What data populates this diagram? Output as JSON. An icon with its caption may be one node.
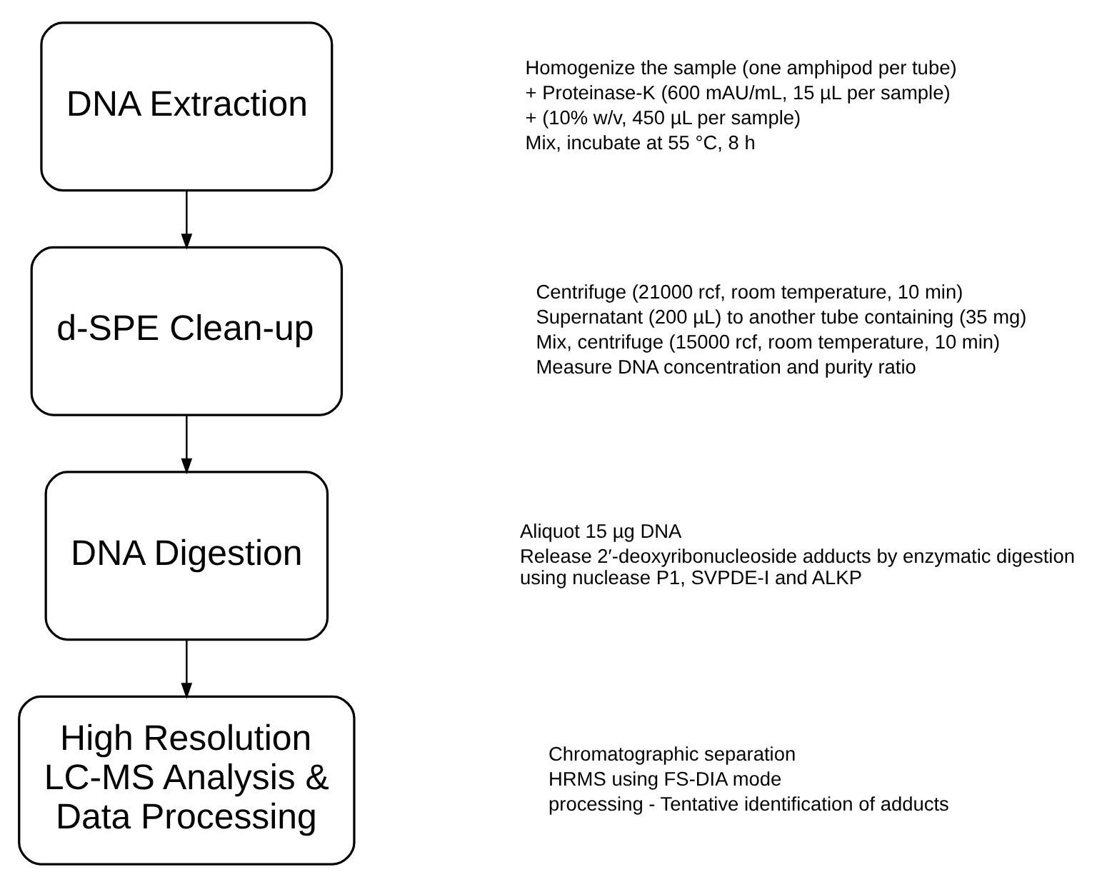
{
  "diagram": {
    "nodes": [
      {
        "text": [
          "DNA Extraction"
        ],
        "beside": [
          "Homogenize the sample (one amphipod per tube)",
          "+ Proteinase-K (600 mAU/mL, 15 µL per sample)",
          "+ (10% w/v, 450 µL per sample)",
          "Mix, incubate at 55 °C, 8 h"
        ]
      },
      {
        "text": [
          "d-SPE Clean-up"
        ],
        "beside": [
          "Centrifuge (21000 rcf, room temperature, 10 min)",
          "Supernatant (200 µL) to another tube containing (35 mg)",
          "Mix, centrifuge (15000 rcf, room temperature, 10 min)",
          "Measure DNA concentration and purity ratio"
        ]
      },
      {
        "text": [
          "DNA Digestion"
        ],
        "beside": [
          "Aliquot 15 µg DNA",
          "Release 2′-deoxyribonucleoside adducts by enzymatic digestion using nuclease P1, SVPDE-I and ALKP"
        ]
      },
      {
        "text": [
          "High Resolution LC-MS Analysis & Data Processing"
        ],
        "beside": [
          "Chromatographic separation",
          "HRMS using FS-DIA mode",
          "processing - Tentative identification of adducts"
        ]
      }
    ],
    "edges": [
      {
        "from": 0,
        "to": 1,
        "arrow": "to"
      },
      {
        "from": 1,
        "to": 2,
        "arrow": "to"
      },
      {
        "from": 2,
        "to": 3,
        "arrow": "to"
      }
    ]
  }
}
